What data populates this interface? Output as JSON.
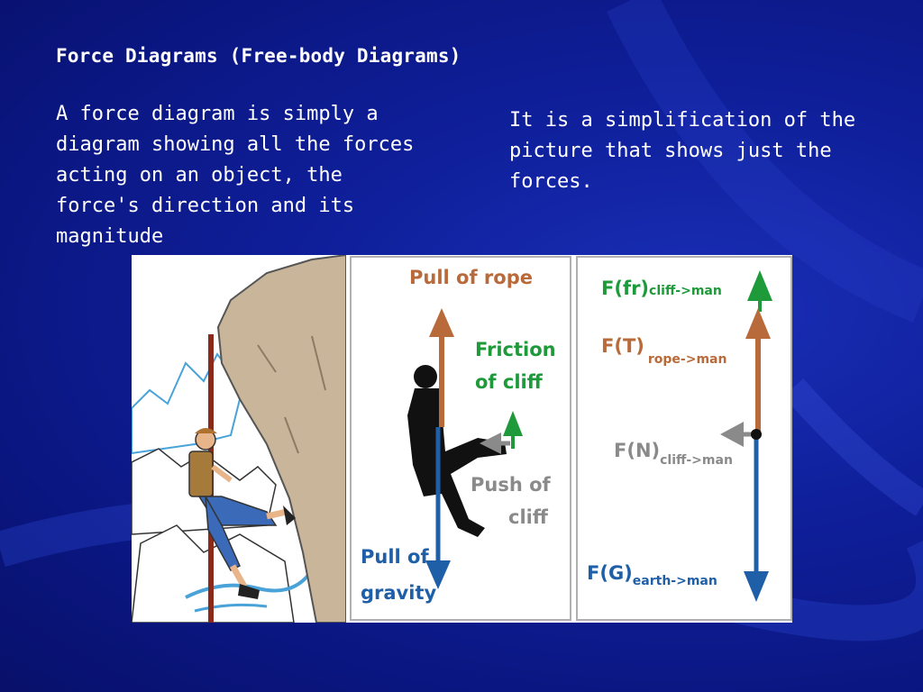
{
  "slide": {
    "title": "Force Diagrams (Free-body Diagrams)",
    "left_text": "A force diagram is simply a diagram showing all the forces acting on an object, the force's direction and its magnitude",
    "right_text": "It is a simplification of the picture that shows just the forces."
  },
  "figure": {
    "panel2": {
      "pull_of_rope": "Pull of rope",
      "friction_line1": "Friction",
      "friction_line2": "of cliff",
      "push_line1": "Push of",
      "push_line2": "cliff",
      "gravity_line1": "Pull of",
      "gravity_line2": "gravity"
    },
    "panel3": {
      "ffr_main": "F(fr)",
      "ffr_sub": "cliff->man",
      "ft_main": "F(T)",
      "ft_sub": "rope->man",
      "fn_main": "F(N)",
      "fn_sub": "cliff->man",
      "fg_main": "F(G)",
      "fg_sub": "earth->man"
    }
  },
  "colors": {
    "rope_brown": "#b86a3a",
    "friction_green": "#1f9a3a",
    "normal_gray": "#8a8a8a",
    "gravity_blue": "#1f5fa8"
  }
}
